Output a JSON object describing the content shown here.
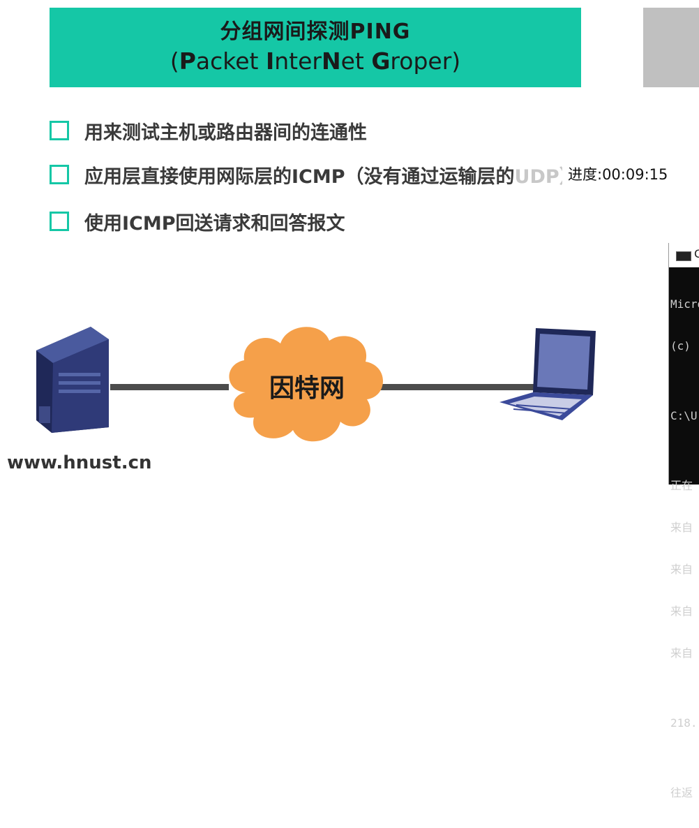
{
  "slide": {
    "title_line1": "分组网间探测PING",
    "title_line2_parts": [
      "(",
      "P",
      "acket ",
      "I",
      "nter",
      "N",
      "et ",
      "G",
      "roper)"
    ],
    "bullets": [
      "用来测试主机或路由器间的连通性",
      "应用层直接使用网际层的ICMP（没有通过运输层的",
      "使用ICMP回送请求和回答报文"
    ],
    "bullet2_faded_suffix": "UDP）",
    "cloud_label": "因特网",
    "website": "www.hnust.cn"
  },
  "overlay": {
    "progress_text": "进度:00:09:15"
  },
  "cmd": {
    "title": "C",
    "lines": [
      "Micro",
      "(c) ",
      "",
      "C:\\U",
      "",
      "正在",
      "来自",
      "来自",
      "来自",
      "来自",
      "",
      "218.",
      "",
      "往返"
    ]
  },
  "colors": {
    "accent": "#15c7a6",
    "cloud": "#f5a04a",
    "server": "#2f3a78",
    "laptop": "#3b4a9a"
  }
}
